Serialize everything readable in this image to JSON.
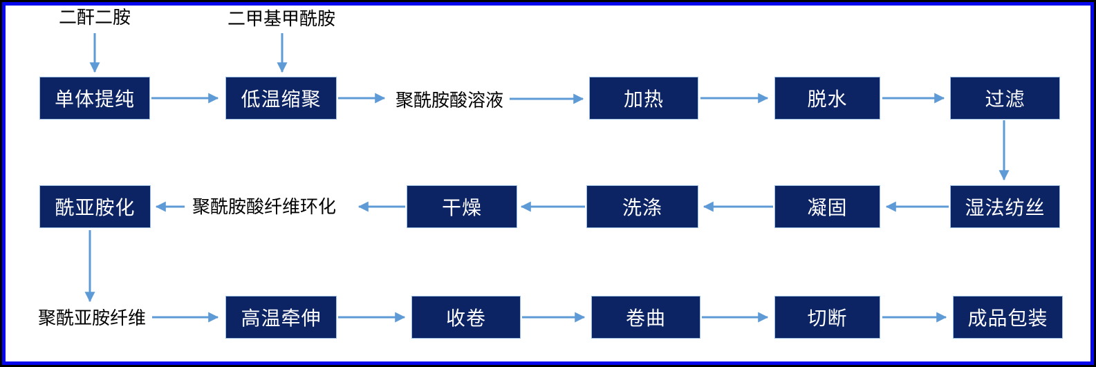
{
  "diagram": {
    "type": "flowchart",
    "colors": {
      "box_fill": "#0c2364",
      "box_border": "#9cbfe2",
      "box_text": "#ffffff",
      "arrow": "#5e9bd6",
      "label_text": "#000000",
      "frame_blue": "#0707ee",
      "frame_black": "#000000",
      "background": "#ffffff"
    },
    "nodes": {
      "input1": {
        "label": "二酐二胺",
        "shape": "text"
      },
      "input2": {
        "label": "二甲基甲酰胺",
        "shape": "text"
      },
      "purify": {
        "label": "单体提纯",
        "shape": "box"
      },
      "polycond": {
        "label": "低温缩聚",
        "shape": "box"
      },
      "paa_solution": {
        "label": "聚酰胺酸溶液",
        "shape": "text"
      },
      "heat": {
        "label": "加热",
        "shape": "box"
      },
      "dehydrate": {
        "label": "脱水",
        "shape": "box"
      },
      "filter": {
        "label": "过滤",
        "shape": "box"
      },
      "wet_spin": {
        "label": "湿法纺丝",
        "shape": "box"
      },
      "coagulate": {
        "label": "凝固",
        "shape": "box"
      },
      "wash": {
        "label": "洗涤",
        "shape": "box"
      },
      "dry": {
        "label": "干燥",
        "shape": "box"
      },
      "cyclize": {
        "label": "聚酰胺酸纤维环化",
        "shape": "text"
      },
      "imidize": {
        "label": "酰亚胺化",
        "shape": "box"
      },
      "pi_fiber": {
        "label": "聚酰亚胺纤维",
        "shape": "text"
      },
      "draw": {
        "label": "高温牵伸",
        "shape": "box"
      },
      "wind": {
        "label": "收卷",
        "shape": "box"
      },
      "crimp": {
        "label": "卷曲",
        "shape": "box"
      },
      "cut": {
        "label": "切断",
        "shape": "box"
      },
      "package": {
        "label": "成品包装",
        "shape": "box"
      }
    },
    "edges": [
      {
        "from": "input1",
        "to": "purify"
      },
      {
        "from": "input2",
        "to": "polycond"
      },
      {
        "from": "purify",
        "to": "polycond"
      },
      {
        "from": "polycond",
        "to": "paa_solution"
      },
      {
        "from": "paa_solution",
        "to": "heat"
      },
      {
        "from": "heat",
        "to": "dehydrate"
      },
      {
        "from": "dehydrate",
        "to": "filter"
      },
      {
        "from": "filter",
        "to": "wet_spin"
      },
      {
        "from": "wet_spin",
        "to": "coagulate"
      },
      {
        "from": "coagulate",
        "to": "wash"
      },
      {
        "from": "wash",
        "to": "dry"
      },
      {
        "from": "dry",
        "to": "cyclize"
      },
      {
        "from": "cyclize",
        "to": "imidize"
      },
      {
        "from": "imidize",
        "to": "pi_fiber"
      },
      {
        "from": "pi_fiber",
        "to": "draw"
      },
      {
        "from": "draw",
        "to": "wind"
      },
      {
        "from": "wind",
        "to": "crimp"
      },
      {
        "from": "crimp",
        "to": "cut"
      },
      {
        "from": "cut",
        "to": "package"
      }
    ]
  }
}
